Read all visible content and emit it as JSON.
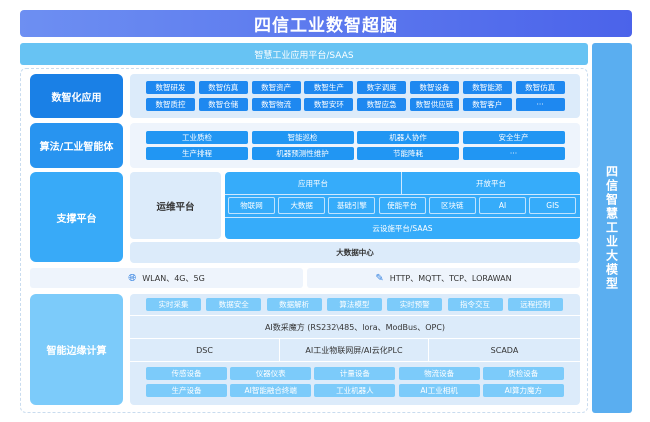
{
  "title": "四信工业数智超脑",
  "saas_bar": "智慧工业应用平台/SAAS",
  "side_model": "四信智慧工业大模型",
  "digital_apps": {
    "label": "数智化应用",
    "items": [
      "数智研发",
      "数智仿真",
      "数智资产",
      "数智生产",
      "数字调度",
      "数智设备",
      "数智能源",
      "数智仿真",
      "数智质控",
      "数智仓储",
      "数智物流",
      "数智安环",
      "数智应急",
      "数智供应链",
      "数智客户",
      "···"
    ]
  },
  "algorithms": {
    "label": "算法/工业智能体",
    "items": [
      "工业质检",
      "智能巡检",
      "机器人协作",
      "安全生产",
      "生产排程",
      "机器预测性维护",
      "节能降耗",
      "···"
    ]
  },
  "support": {
    "label": "支撑平台",
    "ops": "运维平台",
    "app_platform": "应用平台",
    "open_platform": "开放平台",
    "items": [
      "物联网",
      "大数据",
      "基础引擎",
      "使能平台",
      "区块链",
      "AI",
      "GIS"
    ],
    "cloud": "云设施平台/SAAS",
    "bigdata": "大数据中心"
  },
  "network": {
    "wireless": "WLAN、4G、5G",
    "protocols": "HTTP、MQTT、TCP、LORAWAN"
  },
  "edge": {
    "label": "智能边缘计算",
    "top": [
      "实时采集",
      "数据安全",
      "数据解析",
      "算法模型",
      "实时预警",
      "指令交互",
      "远程控制"
    ],
    "acq": "AI数采魔方 (RS232\\485、lora、ModBus、OPC)",
    "row": [
      "DSC",
      "AI工业物联网屏/AI云化PLC",
      "SCADA"
    ],
    "devices": [
      "传感设备",
      "仪器仪表",
      "计量设备",
      "物流设备",
      "质检设备",
      "生产设备",
      "AI智能融合终端",
      "工业机器人",
      "AI工业相机",
      "AI算力魔方"
    ]
  },
  "colors": {
    "title": "#5b78ee",
    "saas": "#67c3f3",
    "apps": "#1e88f0",
    "algo": "#2196f3",
    "support": "#38aaf8",
    "edge": "#7ccbfa"
  }
}
